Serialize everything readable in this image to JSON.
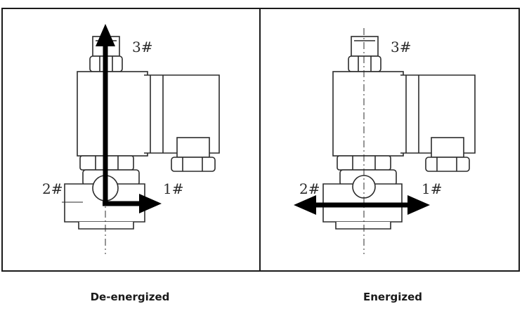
{
  "panels": [
    {
      "caption": "De-energized",
      "ports": {
        "top": "3#",
        "left": "2#",
        "right": "1#"
      }
    },
    {
      "caption": "Energized",
      "ports": {
        "top": "3#",
        "left": "2#",
        "right": "1#"
      }
    }
  ],
  "colors": {
    "line": "#2b2b2b",
    "arrow": "#000000",
    "frame": "#1a1a1a"
  }
}
